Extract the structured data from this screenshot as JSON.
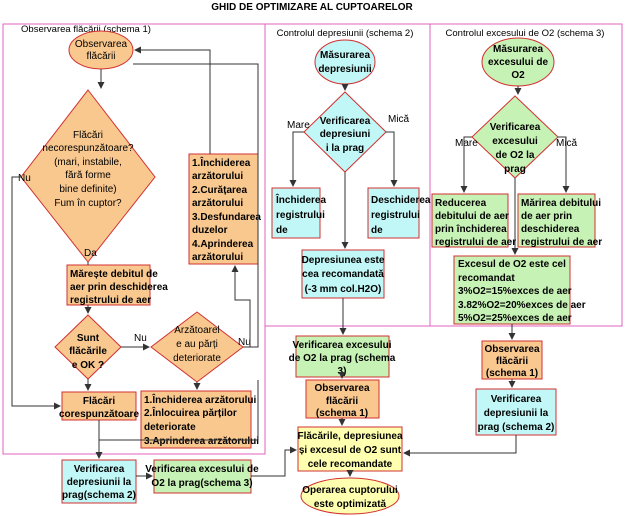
{
  "title": "GHID DE OPTIMIZARE AL CUPTOARELOR",
  "sections": {
    "s1": "Observarea flăcării (schema 1)",
    "s2": "Controlul depresiunii (schema 2)",
    "s3": "Controlul excesului de O2 (schema 3)"
  },
  "colors": {
    "orange": "#f9c88f",
    "cyan": "#c2f7f7",
    "green": "#c7f2b5",
    "yellow": "#ffffb0",
    "pink_border": "#e060c0",
    "red_border": "#d23030",
    "line": "#333333"
  },
  "s1": {
    "start": [
      "Observarea",
      "flăcării"
    ],
    "d1": [
      "Flăcări",
      "necorespunzătoare?",
      "(mari, instabile,",
      "fără forme",
      "bine definite)",
      "Fum în cuptor?"
    ],
    "no1": "Nu",
    "yes1": "Da",
    "box_burners": [
      "1.Închiderea",
      "arzătorului",
      "2.Curățarea",
      "arzătorului",
      "3.Desfundarea",
      "duzelor",
      "4.Aprinderea",
      "arzătorului"
    ],
    "box_air": [
      "Mărește debitul de",
      "aer prin deschiderea",
      "registrului de aer"
    ],
    "d_ok": [
      "Sunt",
      "flăcările",
      "e OK ?"
    ],
    "no2": "Nu",
    "d_dam": [
      "Arzătoarel",
      "e au părți",
      "deteriorate"
    ],
    "nu3": "Nu",
    "box_ok": [
      "Flăcări",
      "corespunzătoare"
    ],
    "box_repl": [
      "1.Închiderea arzătorului",
      "2.Înlocuirea părților",
      "deteriorate",
      "3.Aprinderea arzătorului"
    ]
  },
  "s2": {
    "start": [
      "Măsurarea",
      "depresiunii"
    ],
    "d1": [
      "Verificarea",
      "depresiuni",
      "i la prag"
    ],
    "mare": "Mare",
    "mica": "Mică",
    "left": [
      "Închiderea",
      "registrului",
      "de"
    ],
    "right": [
      "Deschiderea",
      "registrului",
      "de"
    ],
    "bottom": [
      "Depresiunea este",
      "cea recomandată",
      "(-3 mm col.H2O)"
    ]
  },
  "s3": {
    "start": [
      "Măsurarea",
      "excesului de",
      "O2"
    ],
    "d1": [
      "Verificarea",
      "excesului",
      "de O2 la",
      "prag"
    ],
    "mare": "Mare",
    "mica": "Mică",
    "left": [
      "Reducerea",
      "debitului de aer",
      "prin închiderea",
      "registrului de aer"
    ],
    "right": [
      "Mărirea debitului",
      "de aer prin",
      "deschiderea",
      "registrului de aer"
    ],
    "bottom": [
      "Excesul de O2 este cel",
      "recomandat",
      "3%O2=15%exces de aer",
      "3.82%O2=20%exces de aer",
      "5%O2=25%exces de aer"
    ]
  },
  "bottom": {
    "check_dep_left": [
      "Verificarea",
      "depresiunii la",
      "prag(schema 2)"
    ],
    "check_o2_left": [
      "Verificarea excesului de",
      "O2 la prag(schema 3)"
    ],
    "check_o2_mid": [
      "Verificarea excesului",
      "de O2 la prag (schema",
      "3)"
    ],
    "obs_mid": [
      "Observarea",
      "flăcării",
      "(schema 1)"
    ],
    "final_check": [
      "Flăcările, depresiunea",
      "și excesul de O2 sunt",
      "cele recomandate"
    ],
    "end": [
      "Operarea cuptorului",
      "este optimizată"
    ],
    "obs_right": [
      "Observarea",
      "flăcării",
      "(schema 1)"
    ],
    "check_dep_right": [
      "Verificarea",
      "depresiunii la",
      "prag (schema 2)"
    ]
  }
}
